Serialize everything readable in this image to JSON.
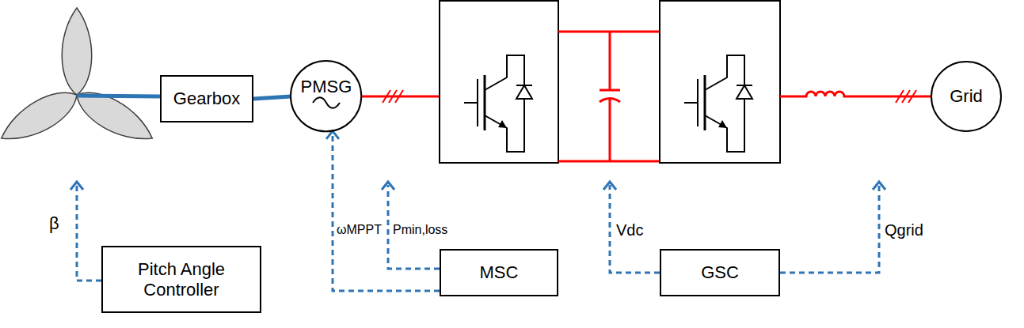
{
  "diagram": {
    "nodes": [
      {
        "text": [
          "Gearbox"
        ]
      },
      {
        "text": [
          "PMSG"
        ]
      },
      {
        "text": [
          "Grid"
        ]
      },
      {
        "text": [
          "Pitch Angle Controller"
        ]
      },
      {
        "text": [
          "MSC"
        ]
      },
      {
        "text": [
          "GSC"
        ]
      }
    ],
    "edges": [
      {
        "from": 0,
        "to": 1,
        "arrow": "none"
      },
      {
        "from": 4,
        "to": 1,
        "arrow": "to",
        "label": "ωMPPT"
      }
    ],
    "labels": [
      "β",
      "Pmin,loss",
      "Vdc",
      "Qgrid"
    ]
  }
}
